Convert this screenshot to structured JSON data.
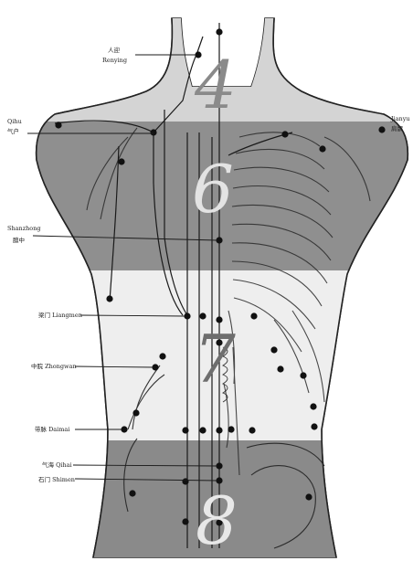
{
  "zones": [
    {
      "id": "4",
      "numeral": "4",
      "color": "#d4d4d4",
      "numeral_color": "#8a8a8a"
    },
    {
      "id": "6",
      "numeral": "6",
      "color": "#8f8f8f",
      "numeral_color": "#e3e3e3"
    },
    {
      "id": "7",
      "numeral": "7",
      "color": "#eeeeee",
      "numeral_color": "#6e6e6e"
    },
    {
      "id": "8",
      "numeral": "8",
      "color": "#8a8a8a",
      "numeral_color": "#e8e8e8"
    }
  ],
  "points": [
    {
      "id": "renying",
      "text": "人迎 Renying"
    },
    {
      "id": "qihu",
      "text": "Qihu 气户"
    },
    {
      "id": "jianyu",
      "text": "Jianyu 肩髃"
    },
    {
      "id": "shanzhong",
      "text": "Shanzhong 膻中"
    },
    {
      "id": "liangmen",
      "text": "梁门 Liangmen"
    },
    {
      "id": "zhongwan",
      "text": "中脘 Zhongwan"
    },
    {
      "id": "daimai",
      "text": "带脉 Daimai"
    },
    {
      "id": "qihai",
      "text": "气海 Qihai"
    },
    {
      "id": "shimen",
      "text": "石门 Shimen"
    }
  ],
  "labels": {
    "renying_cn": "人迎",
    "renying_en": "Renying",
    "qihu_en": "Qihu",
    "qihu_cn": "气户",
    "jianyu_en": "Jianyu",
    "jianyu_cn": "肩髃",
    "shanzhong_en": "Shanzhong",
    "shanzhong_cn": "膻中",
    "liangmen": "梁门 Liangmen",
    "zhongwan": "中脘 Zhongwan",
    "daimai": "带脉 Daimai",
    "qihai": "气海 Qihai",
    "shimen": "石门 Shimen"
  }
}
